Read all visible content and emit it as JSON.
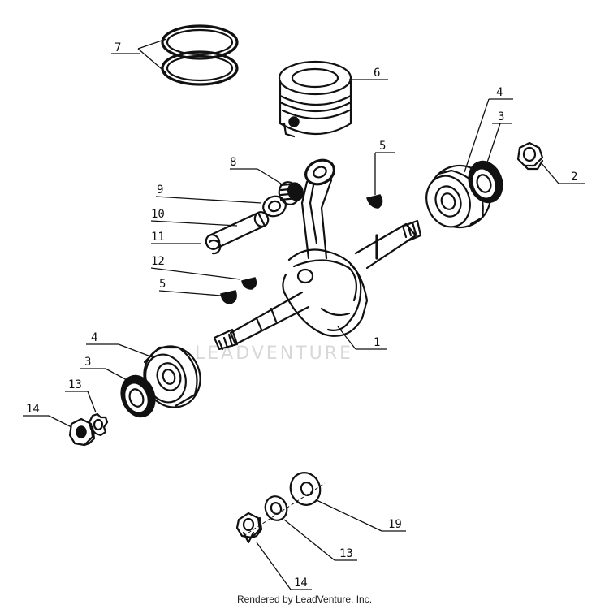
{
  "watermark": "LEADVENTURE",
  "footer": "Rendered by LeadVenture, Inc.",
  "callouts": {
    "c1": "1",
    "c2": "2",
    "c3a": "3",
    "c3b": "3",
    "c4a": "4",
    "c4b": "4",
    "c5a": "5",
    "c5b": "5",
    "c6": "6",
    "c7": "7",
    "c8": "8",
    "c9": "9",
    "c10": "10",
    "c11": "11",
    "c12": "12",
    "c13a": "13",
    "c13b": "13",
    "c14a": "14",
    "c14b": "14",
    "c19": "19"
  }
}
